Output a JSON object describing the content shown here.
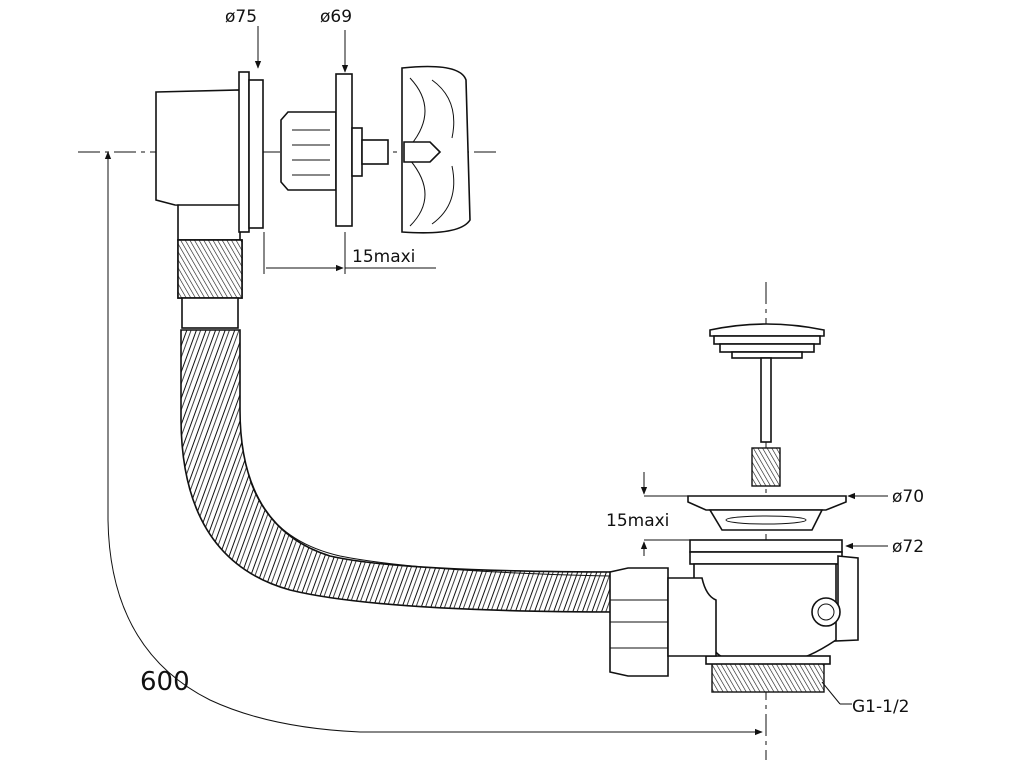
{
  "dimensions": {
    "overflow_plate_diameter": "ø75",
    "cap_diameter": "ø69",
    "overflow_wall_thickness": "15maxi",
    "strainer_diameter": "ø70",
    "waste_wall_thickness": "15maxi",
    "body_diameter": "ø72",
    "thread": "G1-1/2",
    "length": "600"
  }
}
